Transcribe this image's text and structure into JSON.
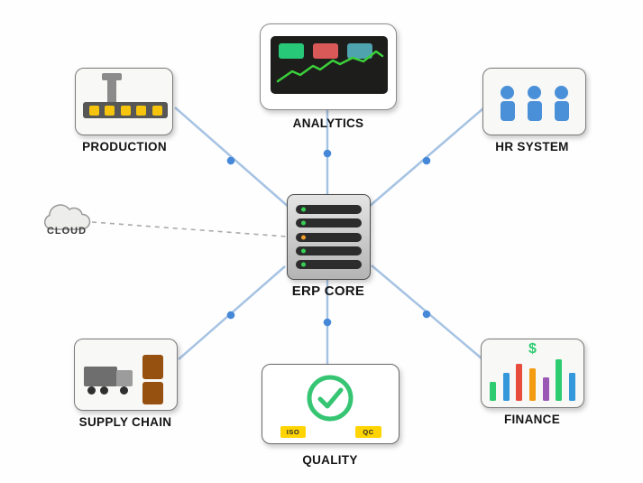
{
  "nodes": {
    "production": {
      "label": "PRODUCTION",
      "icon": "stamping-machine-icon",
      "indicator_count": 5,
      "indicator_color": "#f6c40d"
    },
    "analytics": {
      "label": "ANALYTICS",
      "icon": "dashboard-icon",
      "panel_colors": [
        "#27c878",
        "#d95858",
        "#4fa3ae"
      ],
      "trend_color": "#3bd13b",
      "screen_color": "#1d1d1b"
    },
    "hr_system": {
      "label": "HR SYSTEM",
      "icon": "people-icon",
      "person_count": 3,
      "person_color": "#4a90d9"
    },
    "erp_core": {
      "label": "ERP CORE",
      "icon": "server-rack-icon",
      "led_colors": [
        "#35d055",
        "#35d055",
        "#f0a029",
        "#35d055",
        "#35d055"
      ]
    },
    "cloud": {
      "label": "CLOUD",
      "icon": "cloud-icon"
    },
    "supply_chain": {
      "label": "SUPPLY CHAIN",
      "icon": "truck-icon",
      "crate_color": "#96500f"
    },
    "quality": {
      "label": "QUALITY",
      "icon": "check-circle-icon",
      "badges": [
        "ISO",
        "QC"
      ],
      "check_color": "#35c573",
      "badge_color": "#ffd400"
    },
    "finance": {
      "label": "FINANCE",
      "icon": "bar-chart-icon",
      "currency_symbol": "$",
      "currency_color": "#2ecc71",
      "bars": [
        {
          "height": 21,
          "color": "#2ecc71"
        },
        {
          "height": 31,
          "color": "#3498db"
        },
        {
          "height": 41,
          "color": "#e74c3c"
        },
        {
          "height": 36,
          "color": "#f39c12"
        },
        {
          "height": 26,
          "color": "#9b59b6"
        },
        {
          "height": 46,
          "color": "#2ecc71"
        },
        {
          "height": 31,
          "color": "#3498db"
        }
      ]
    }
  },
  "connections": {
    "line_color": "#a6c3e3",
    "dot_color": "#4688d8",
    "dashed_color": "#aaaaaa"
  }
}
